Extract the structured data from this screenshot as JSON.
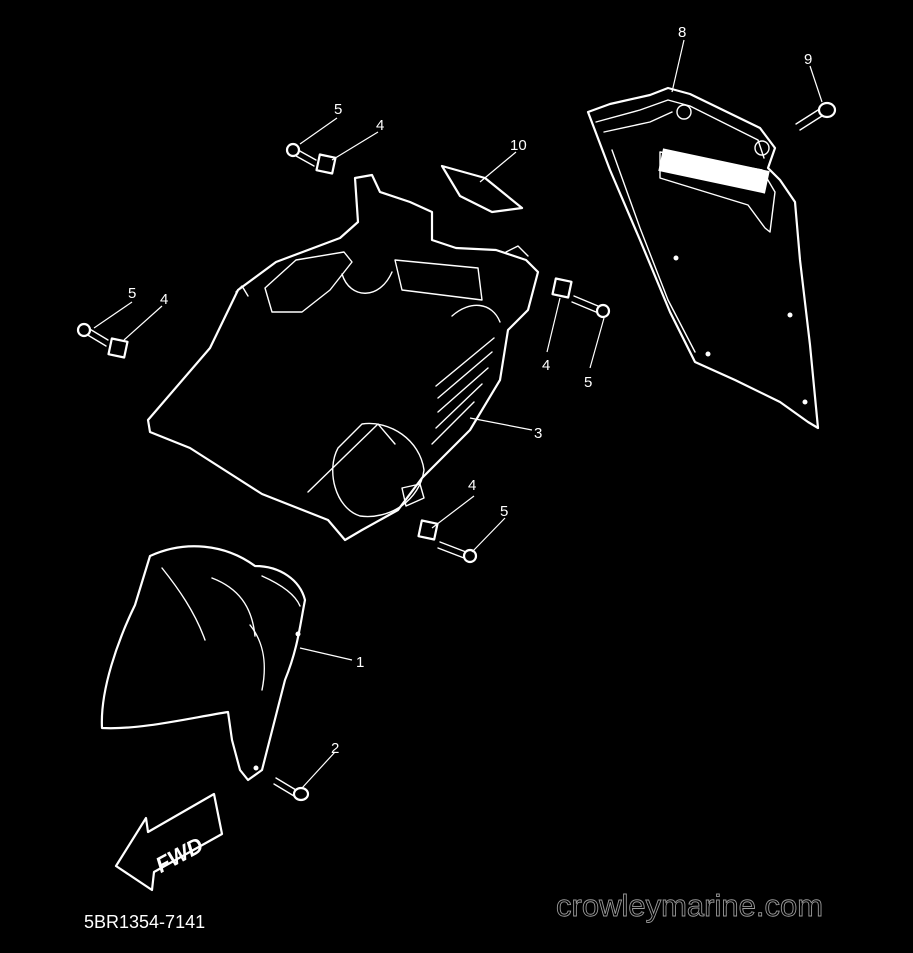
{
  "callouts": {
    "c1": "1",
    "c2": "2",
    "c3": "3",
    "c4_upper": "4",
    "c5_upper": "5",
    "c4_left": "4",
    "c5_left": "5",
    "c4_right": "4",
    "c5_right": "5",
    "c4_lower": "4",
    "c5_lower": "5",
    "c8": "8",
    "c9": "9",
    "c10": "10"
  },
  "direction_label": "FWD",
  "diagram_code": "5BR1354-7141",
  "watermark": "crowleymarine.com",
  "colors": {
    "background": "#000000",
    "line": "#ffffff",
    "watermark": "#9a9a9a"
  },
  "icons": {
    "fwd": "fwd-arrow-icon"
  }
}
